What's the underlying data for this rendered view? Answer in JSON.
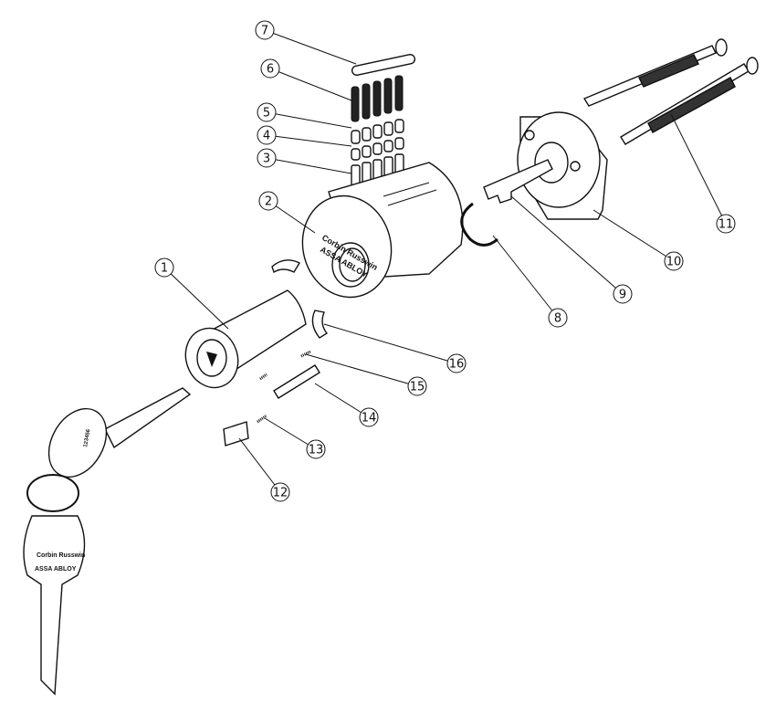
{
  "callouts": [
    "1",
    "2",
    "3",
    "4",
    "5",
    "6",
    "7",
    "8",
    "9",
    "10",
    "11",
    "12",
    "13",
    "14",
    "15",
    "16"
  ],
  "logo": {
    "brand": "Corbin Russwin",
    "parent": "ASSA ABLOY",
    "key_number": "123456"
  }
}
